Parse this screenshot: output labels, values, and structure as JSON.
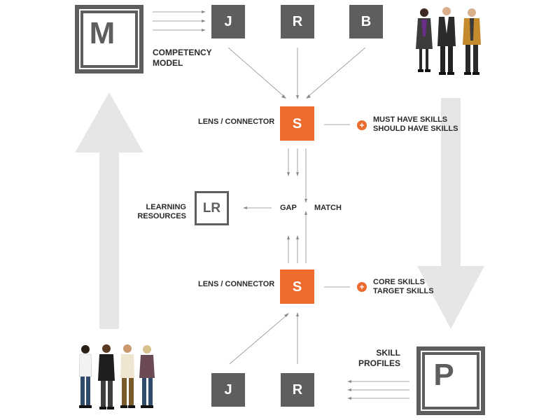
{
  "tiles": {
    "m": "M",
    "j_top": "J",
    "r_top": "R",
    "b_top": "B",
    "s_top": "S",
    "lr": "LR",
    "s_bottom": "S",
    "j_bottom": "J",
    "r_bottom": "R",
    "p": "P"
  },
  "labels": {
    "competency_model_1": "COMPETENCY",
    "competency_model_2": "MODEL",
    "lens_connector_top": "LENS / CONNECTOR",
    "lens_connector_bottom": "LENS / CONNECTOR",
    "must_have": "MUST HAVE SKILLS",
    "should_have": "SHOULD HAVE SKILLS",
    "learning": "LEARNING",
    "resources": "RESOURCES",
    "gap": "GAP",
    "match": "MATCH",
    "core_skills": "CORE SKILLS",
    "target_skills": "TARGET SKILLS",
    "skill": "SKILL",
    "profiles": "PROFILES",
    "plus": "+"
  },
  "colors": {
    "tile_gray": "#5e5e5e",
    "accent_orange": "#ec6b2d",
    "big_arrow": "#e6e6e6",
    "connector_line": "#8a8a8a"
  },
  "icons": {
    "people_top": "business-people-group-icon",
    "people_bottom": "casual-people-group-icon"
  }
}
